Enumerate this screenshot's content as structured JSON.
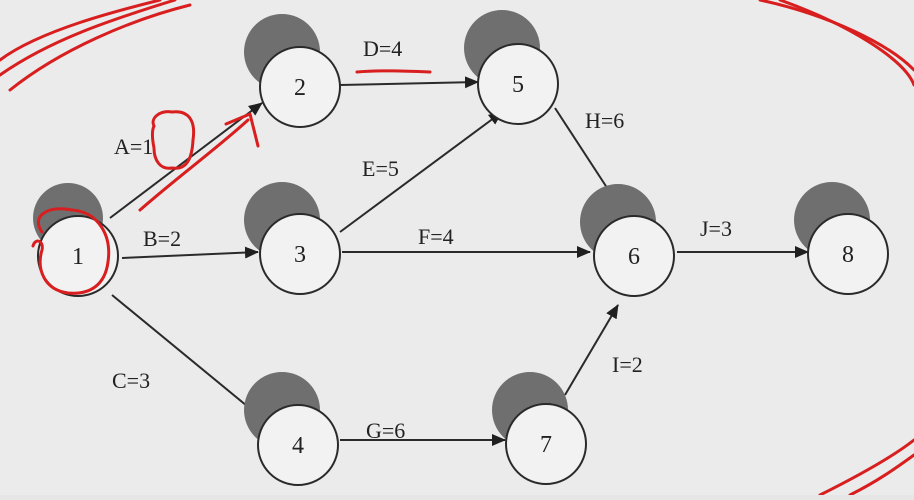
{
  "diagram": {
    "nodes": [
      {
        "id": "1",
        "label": "1"
      },
      {
        "id": "2",
        "label": "2"
      },
      {
        "id": "3",
        "label": "3"
      },
      {
        "id": "4",
        "label": "4"
      },
      {
        "id": "5",
        "label": "5"
      },
      {
        "id": "6",
        "label": "6"
      },
      {
        "id": "7",
        "label": "7"
      },
      {
        "id": "8",
        "label": "8"
      }
    ],
    "edges": [
      {
        "from": "1",
        "to": "2",
        "activity": "A",
        "duration": "1",
        "label": "A=1"
      },
      {
        "from": "1",
        "to": "3",
        "activity": "B",
        "duration": "2",
        "label": "B=2"
      },
      {
        "from": "1",
        "to": "4",
        "activity": "C",
        "duration": "3",
        "label": "C=3"
      },
      {
        "from": "2",
        "to": "5",
        "activity": "D",
        "duration": "4",
        "label": "D=4"
      },
      {
        "from": "3",
        "to": "5",
        "activity": "E",
        "duration": "5",
        "label": "E=5"
      },
      {
        "from": "3",
        "to": "6",
        "activity": "F",
        "duration": "4",
        "label": "F=4"
      },
      {
        "from": "4",
        "to": "7",
        "activity": "G",
        "duration": "6",
        "label": "G=6"
      },
      {
        "from": "5",
        "to": "6",
        "activity": "H",
        "duration": "6",
        "label": "H=6"
      },
      {
        "from": "7",
        "to": "6",
        "activity": "I",
        "duration": "2",
        "label": "I=2"
      },
      {
        "from": "6",
        "to": "8",
        "activity": "J",
        "duration": "3",
        "label": "J=3"
      }
    ]
  },
  "colors": {
    "annotation": "#d81e1e",
    "line": "#2a2a2a",
    "node_fill": "#f2f2f2",
    "node_shadow": "#6f6f6f"
  }
}
